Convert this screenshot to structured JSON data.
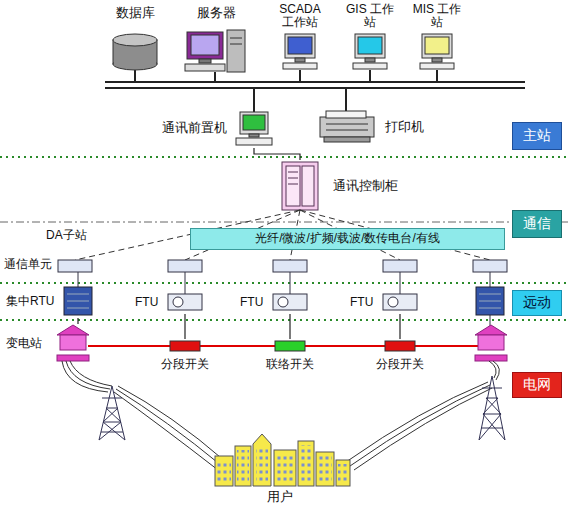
{
  "diagram": {
    "nodes": [
      {
        "text": [
          "数据库"
        ]
      },
      {
        "text": [
          "服务器"
        ]
      },
      {
        "text": [
          "SCADA 工作站"
        ]
      },
      {
        "text": [
          "GIS 工作站"
        ]
      },
      {
        "text": [
          "MIS 工作站"
        ]
      },
      {
        "text": [
          "通讯前置机"
        ]
      },
      {
        "text": [
          "打印机"
        ]
      },
      {
        "text": [
          "主站"
        ]
      },
      {
        "text": [
          "通讯控制柜"
        ]
      },
      {
        "text": [
          "光纤/微波/扩频/载波/数传电台/有线"
        ]
      },
      {
        "text": [
          "通信"
        ]
      },
      {
        "text": [
          "集中RTU"
        ]
      },
      {
        "text": [
          "FTU"
        ]
      },
      {
        "text": [
          "FTU"
        ]
      },
      {
        "text": [
          "FTU"
        ]
      },
      {
        "text": [
          "远动"
        ]
      },
      {
        "text": [
          "变电站"
        ]
      },
      {
        "text": [
          "分段开关"
        ]
      },
      {
        "text": [
          "联络开关"
        ]
      },
      {
        "text": [
          "分段开关"
        ]
      },
      {
        "text": [
          "电网"
        ]
      },
      {
        "text": [
          "用户"
        ]
      }
    ],
    "edges": [
      {
        "from": 5,
        "to": 8,
        "arrow": "none"
      },
      {
        "from": 11,
        "to": 16,
        "arrow": "none"
      },
      {
        "from": 12,
        "to": 17,
        "arrow": "none"
      },
      {
        "from": 13,
        "to": 18,
        "arrow": "none"
      },
      {
        "from": 14,
        "to": 19,
        "arrow": "none"
      },
      {
        "from": 16,
        "to": 17,
        "arrow": "none"
      },
      {
        "from": 17,
        "to": 18,
        "arrow": "none"
      },
      {
        "from": 18,
        "to": 19,
        "arrow": "none"
      }
    ],
    "labels": [
      "DA子站",
      "通信单元"
    ]
  }
}
